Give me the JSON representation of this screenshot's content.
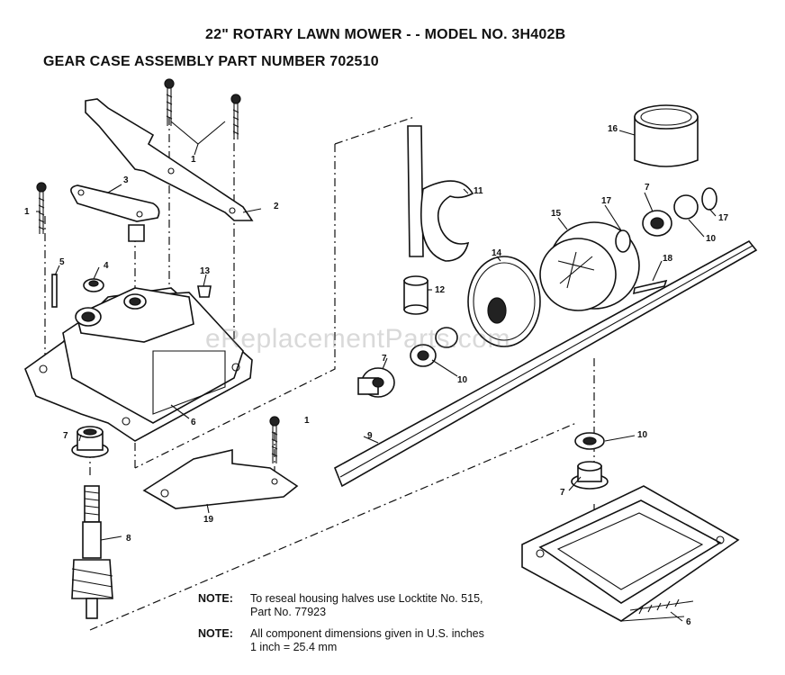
{
  "header": {
    "title": "22\" ROTARY LAWN MOWER - - MODEL NO. 3H402B",
    "subtitle": "GEAR CASE ASSEMBLY PART NUMBER 702510"
  },
  "callouts": {
    "c1a": "1",
    "c1b": "1",
    "c1c": "1",
    "c2": "2",
    "c3": "3",
    "c4": "4",
    "c5": "5",
    "c6a": "6",
    "c6b": "6",
    "c7a": "7",
    "c7b": "7",
    "c7c": "7",
    "c7d": "7",
    "c8": "8",
    "c9": "9",
    "c10a": "10",
    "c10b": "10",
    "c10c": "10",
    "c11": "11",
    "c12": "12",
    "c13": "13",
    "c14": "14",
    "c15": "15",
    "c16": "16",
    "c17a": "17",
    "c17b": "17",
    "c18": "18",
    "c19": "19"
  },
  "notes": [
    {
      "label": "NOTE:",
      "line1": "To reseal housing halves use Locktite No. 515,",
      "line2": "Part No. 77923"
    },
    {
      "label": "NOTE:",
      "line1": "All component dimensions given in U.S. inches",
      "line2": "1 inch = 25.4 mm"
    }
  ],
  "watermark": "eReplacementParts.com"
}
